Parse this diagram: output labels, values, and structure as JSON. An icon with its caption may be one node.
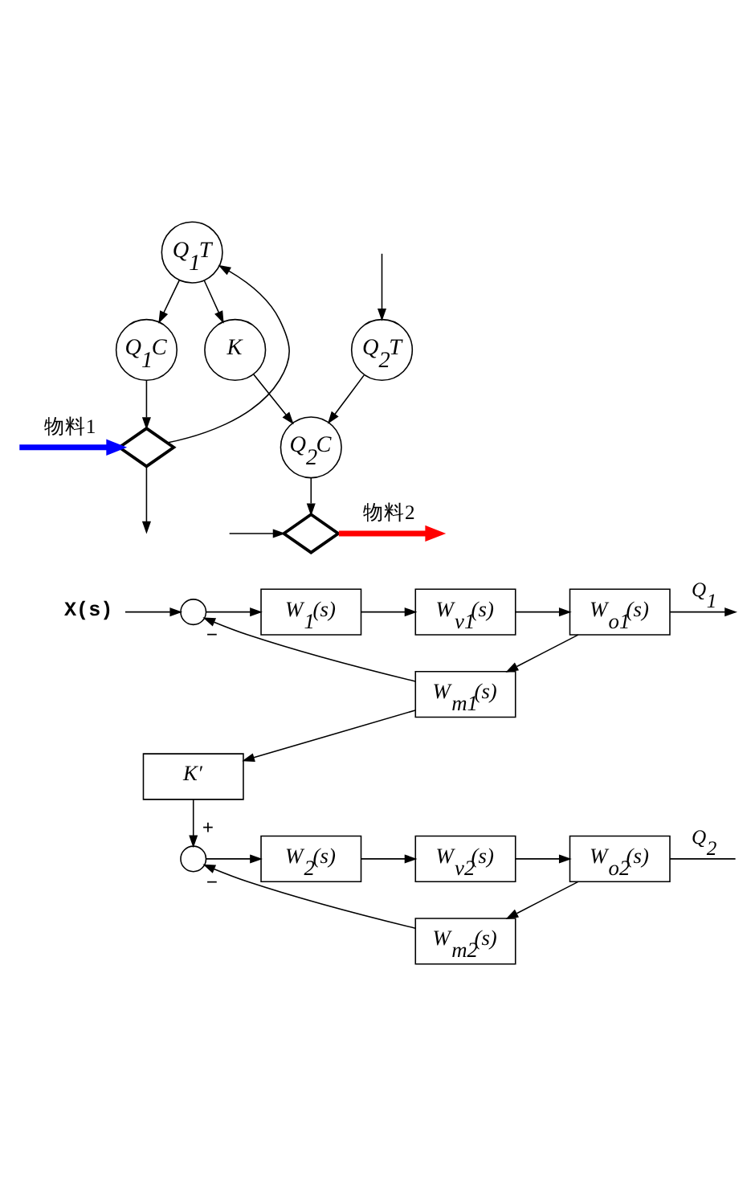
{
  "diagram": {
    "nodes": [
      {
        "text": [
          "K"
        ]
      },
      {
        "text": [
          "Q$_{1}$C"
        ]
      },
      {
        "text": [
          "Q$_{1}$T"
        ]
      },
      {
        "text": [],
        "shape": "valve"
      },
      {
        "text": [
          "Q$_{2}$C"
        ]
      },
      {
        "text": [
          "Q$_{2}$T"
        ]
      },
      {
        "text": [],
        "shape": "valve"
      },
      {
        "text": [
          "X(s)"
        ]
      },
      {
        "text": [],
        "shape": "circle"
      },
      {
        "text": [
          "W$_{1}$(s)"
        ]
      },
      {
        "text": [
          "W$_{v1}$(s)"
        ]
      },
      {
        "text": [
          "W$_{o1}$(s)"
        ]
      },
      {
        "text": [
          "W$_{m1}$(s)"
        ]
      },
      {
        "text": [
          "K′"
        ]
      },
      {
        "text": [],
        "shape": "circle"
      },
      {
        "text": [
          "W$_{2}$(s)"
        ]
      },
      {
        "text": [
          "W$_{v2}$(s)"
        ]
      },
      {
        "text": [
          "W$_{o2}$(s)"
        ]
      },
      {
        "text": [
          "W$_{m2}$(s)"
        ]
      }
    ],
    "edges": [
      {
        "from": 2,
        "to": 1,
        "arrow": "to"
      },
      {
        "from": 2,
        "to": 0,
        "arrow": "to"
      },
      {
        "from": 1,
        "to": 3,
        "arrow": "to"
      },
      {
        "from": null,
        "to": 3,
        "arrow": "to",
        "label": "物料1",
        "style": "thick",
        "color": "#0000ff"
      },
      {
        "from": 3,
        "to": 2,
        "arrow": "to"
      },
      {
        "from": 3,
        "to": null,
        "arrow": "to"
      },
      {
        "from": 0,
        "to": 4,
        "arrow": "to"
      },
      {
        "from": 5,
        "to": 4,
        "arrow": "to"
      },
      {
        "from": 4,
        "to": 6,
        "arrow": "to"
      },
      {
        "from": null,
        "to": 5,
        "arrow": "to"
      },
      {
        "from": 6,
        "to": null,
        "arrow": "to",
        "label": "物料2",
        "style": "thick",
        "color": "#ff0000"
      },
      {
        "from": null,
        "to": 6,
        "arrow": "to"
      },
      {
        "from": 7,
        "to": 8,
        "arrow": "to"
      },
      {
        "from": 8,
        "to": 9,
        "arrow": "to"
      },
      {
        "from": 9,
        "to": 10,
        "arrow": "to"
      },
      {
        "from": 10,
        "to": 11,
        "arrow": "to"
      },
      {
        "from": 11,
        "to": null,
        "arrow": "to",
        "label": "Q$_{1}$"
      },
      {
        "from": 11,
        "to": 12,
        "arrow": "to"
      },
      {
        "from": 12,
        "to": 8,
        "arrow": "to",
        "label": "−"
      },
      {
        "from": 12,
        "to": 13,
        "arrow": "to"
      },
      {
        "from": 13,
        "to": 14,
        "arrow": "to",
        "label": "+"
      },
      {
        "from": 14,
        "to": 15,
        "arrow": "to"
      },
      {
        "from": 15,
        "to": 16,
        "arrow": "to"
      },
      {
        "from": 16,
        "to": 17,
        "arrow": "to"
      },
      {
        "from": 17,
        "to": null,
        "arrow": "none",
        "label": "Q$_{2}$"
      },
      {
        "from": 17,
        "to": 18,
        "arrow": "to"
      },
      {
        "from": 18,
        "to": 14,
        "arrow": "to",
        "label": "−"
      }
    ]
  }
}
